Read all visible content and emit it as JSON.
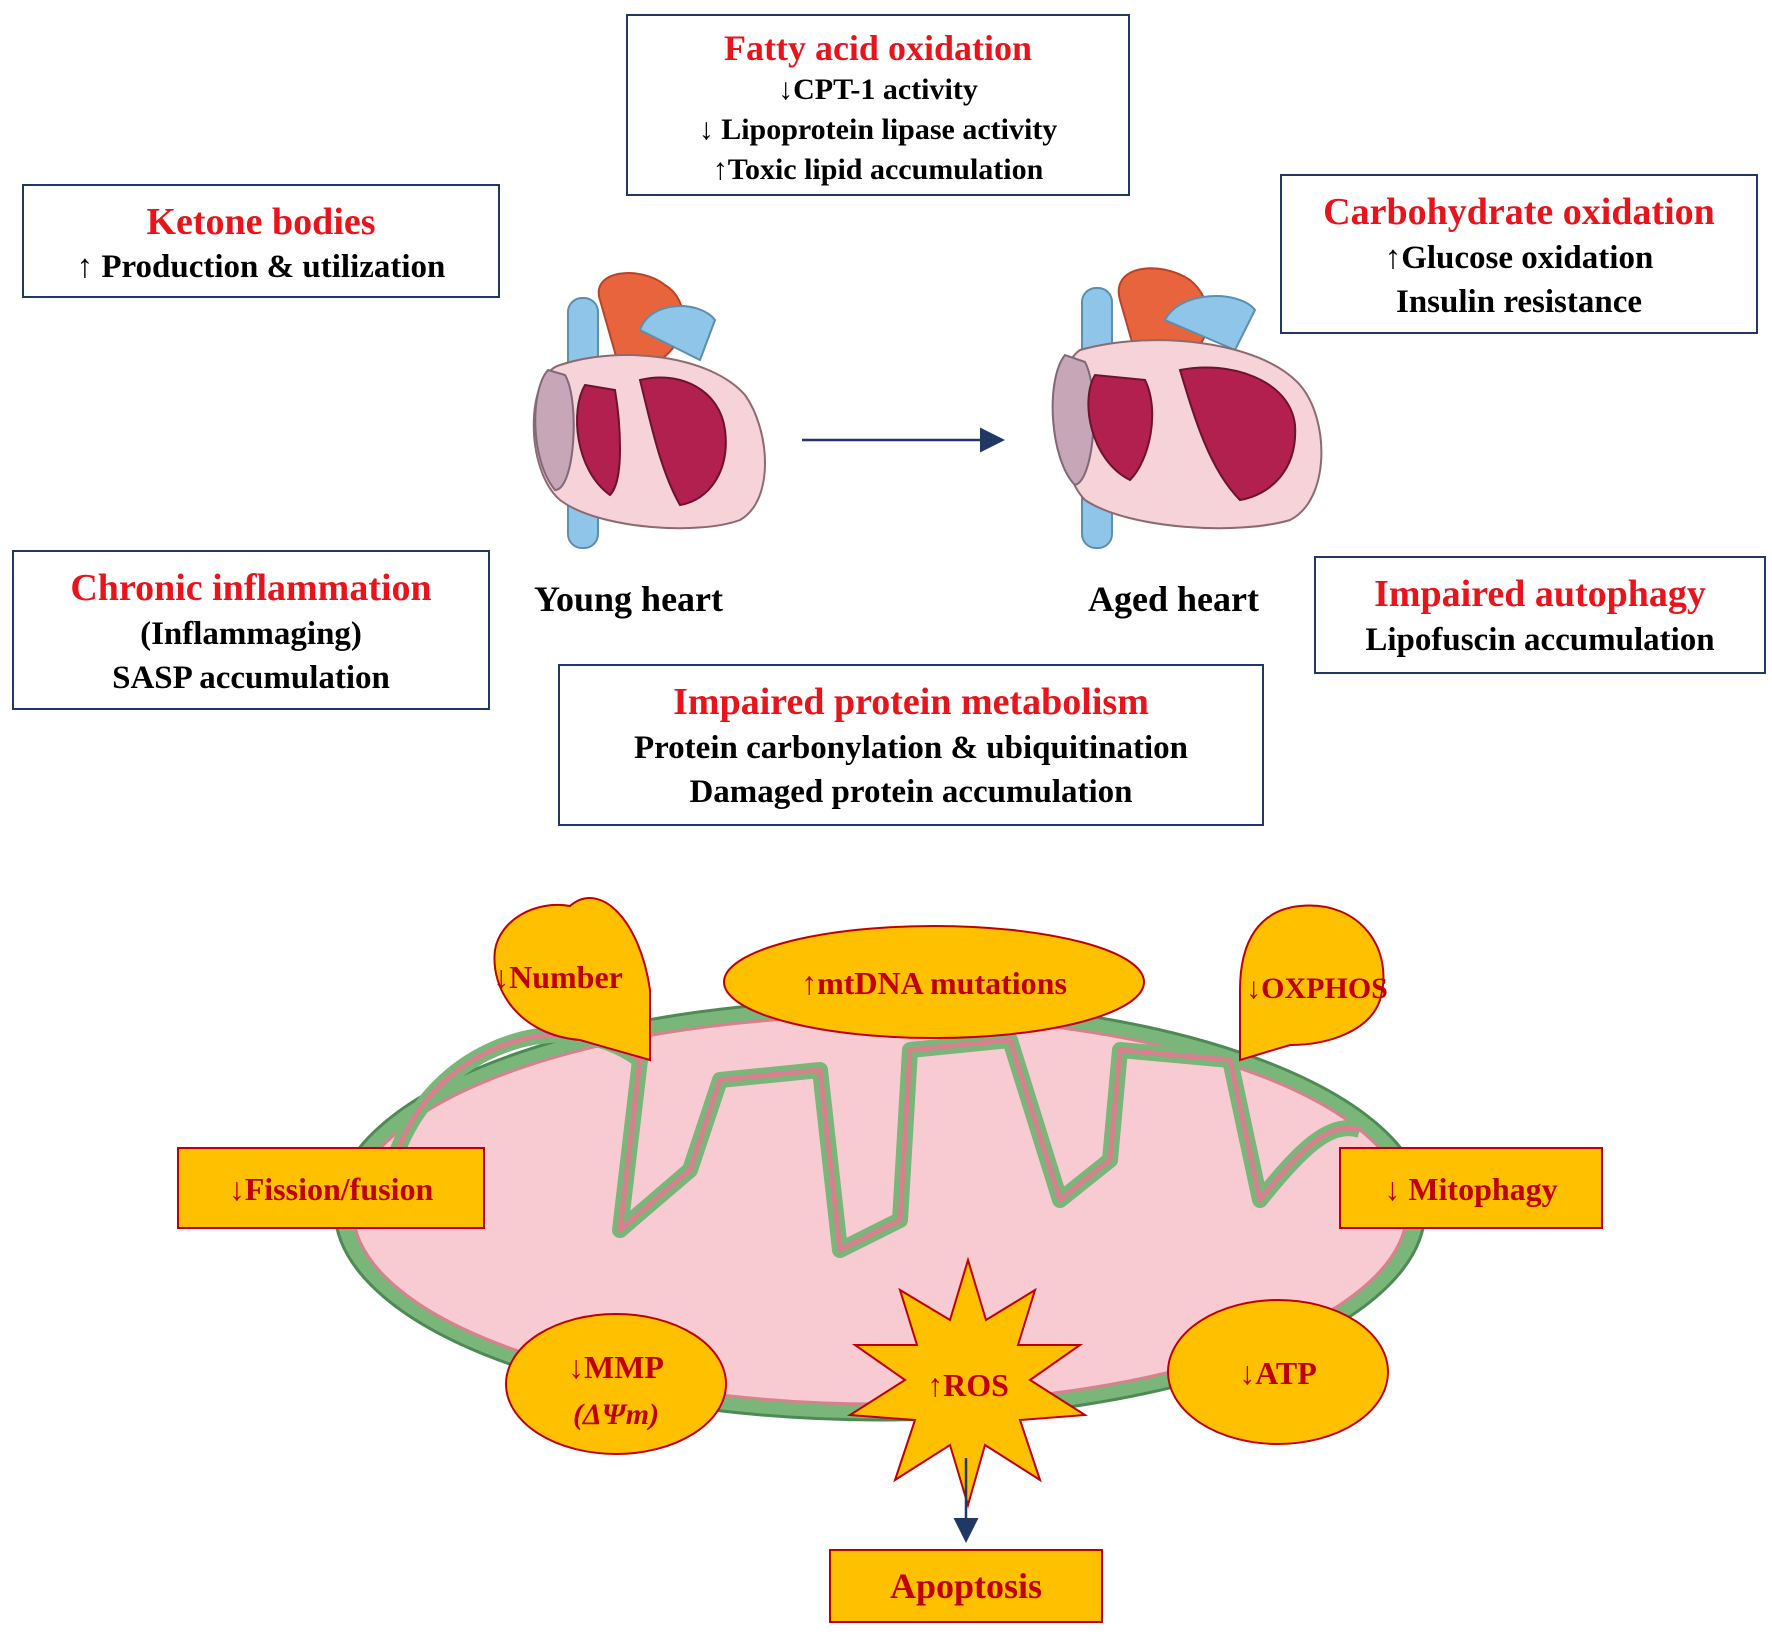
{
  "boxes": {
    "fatty_acid": {
      "title": "Fatty acid oxidation",
      "lines": [
        "↓CPT-1 activity",
        "↓ Lipoprotein lipase activity",
        "↑Toxic lipid accumulation"
      ]
    },
    "ketone": {
      "title": "Ketone bodies",
      "lines": [
        "↑ Production & utilization"
      ]
    },
    "carbohydrate": {
      "title": "Carbohydrate oxidation",
      "lines": [
        "↑Glucose oxidation",
        "Insulin resistance"
      ]
    },
    "inflammation": {
      "title": "Chronic inflammation",
      "lines": [
        "(Inflammaging)",
        "SASP accumulation"
      ]
    },
    "autophagy": {
      "title": "Impaired autophagy",
      "lines": [
        "Lipofuscin accumulation"
      ]
    },
    "protein": {
      "title": "Impaired protein metabolism",
      "lines": [
        "Protein carbonylation & ubiquitination",
        "Damaged protein accumulation"
      ]
    }
  },
  "hearts": {
    "young_label": "Young heart",
    "aged_label": "Aged heart"
  },
  "mito": {
    "number": "↓Number",
    "mtdna": "↑mtDNA mutations",
    "oxphos": "↓OXPHOS",
    "fission": "↓Fission/fusion",
    "mitophagy": "↓ Mitophagy",
    "mmp": "↓MMP",
    "mmp_sub": "(ΔΨm)",
    "ros": "↑ROS",
    "atp": "↓ATP",
    "apoptosis": "Apoptosis"
  },
  "colors": {
    "title_red": "#e8141b",
    "label_red": "#c00000",
    "badge_fill": "#ffc000",
    "border_navy": "#1f3864"
  }
}
